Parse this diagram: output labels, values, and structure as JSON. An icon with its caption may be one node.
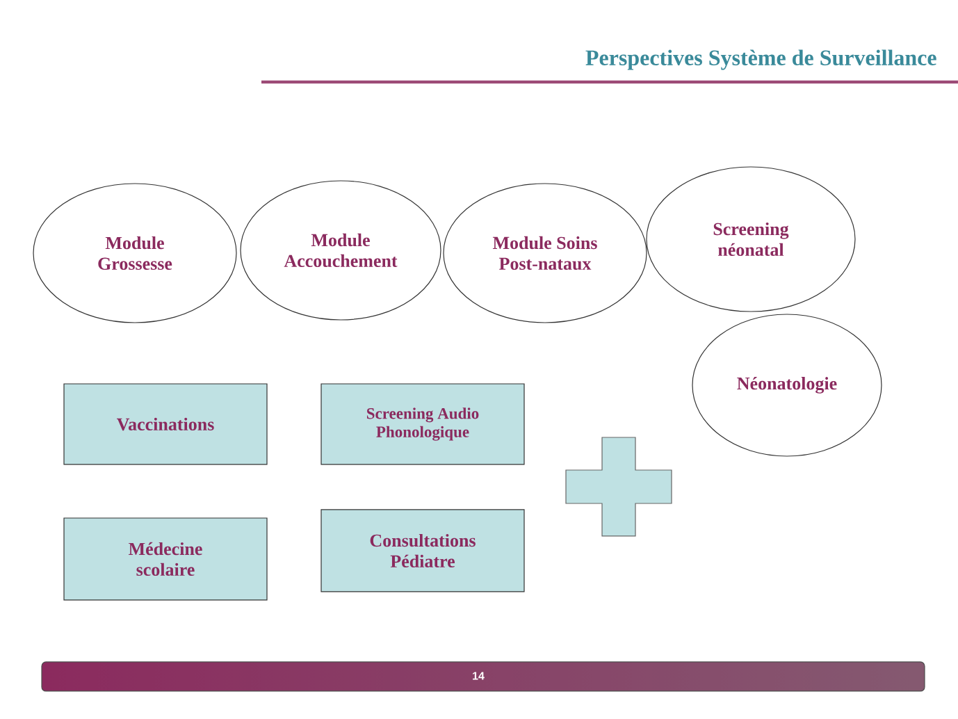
{
  "diagram": {
    "title": "Perspectives Système de Surveillance",
    "nodes": [
      {
        "text": [
          "Module Grossesse"
        ]
      },
      {
        "text": [
          "Module Accouchement"
        ]
      },
      {
        "text": [
          "Module Soins Post-nataux"
        ]
      },
      {
        "text": [
          "Screening néonatal"
        ]
      },
      {
        "text": [
          "Néonatologie"
        ]
      },
      {
        "text": [
          "Vaccinations"
        ]
      },
      {
        "text": [
          "Screening Audio Phonologique"
        ]
      },
      {
        "text": [
          "Médecine scolaire"
        ]
      },
      {
        "text": [
          "Consultations Pédiatre"
        ]
      },
      {
        "text": [],
        "shape": "cross"
      }
    ],
    "labels": [
      "14"
    ]
  }
}
